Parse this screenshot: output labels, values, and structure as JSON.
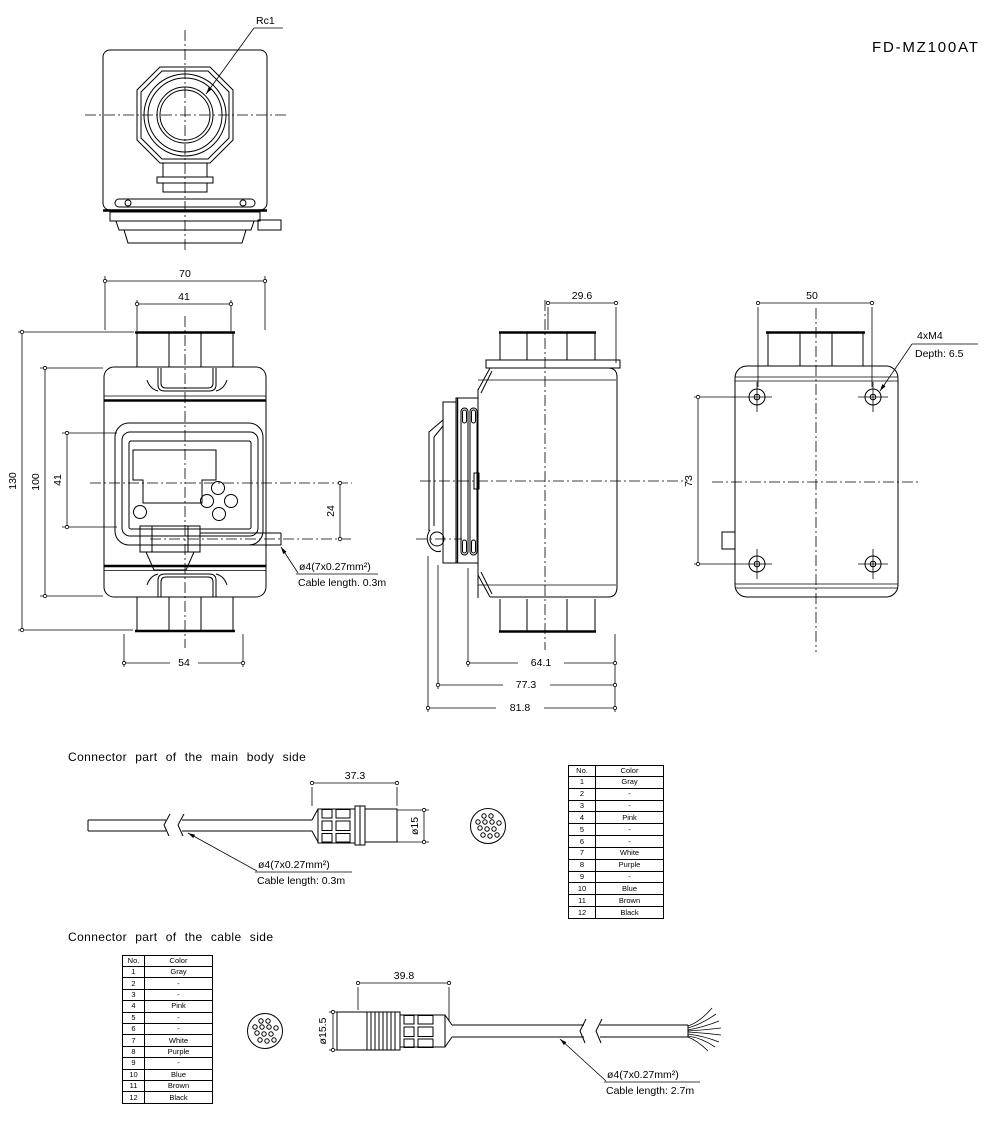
{
  "drawing": {
    "model": "FD-MZ100AT",
    "top_view": {
      "port_label": "Rc1"
    },
    "front_view": {
      "dim_width": "70",
      "dim_nut_width": "41",
      "dim_height": "130",
      "dim_body_height": "100",
      "dim_display_height": "41",
      "dim_cable_offset": "24",
      "dim_bottom_width": "54",
      "cable_note_line1": "ø4(7x0.27mm²)",
      "cable_note_line2": "Cable length. 0.3m"
    },
    "side_view": {
      "dim_nut_offset": "29.6",
      "dim_depth_body": "64.1",
      "dim_depth_panel": "77.3",
      "dim_depth_overall": "81.8"
    },
    "back_view": {
      "dim_hole_span": "50",
      "dim_hole_height": "73",
      "mount_note_line1": "4xM4",
      "mount_note_line2": "Depth: 6.5"
    },
    "main_body_section": {
      "title": "Connector part of the main body side",
      "dim_connector_length": "37.3",
      "dim_connector_dia": "ø15",
      "cable_note_line1": "ø4(7x0.27mm²)",
      "cable_note_line2": "Cable length: 0.3m"
    },
    "cable_side_section": {
      "title": "Connector part of the cable side",
      "dim_connector_length": "39.8",
      "dim_connector_dia": "ø15.5",
      "cable_note_line1": "ø4(7x0.27mm²)",
      "cable_note_line2": "Cable length: 2.7m"
    },
    "pin_table": {
      "no_header": "No.",
      "color_header": "Color",
      "rows": [
        [
          "1",
          "Gray"
        ],
        [
          "2",
          "-"
        ],
        [
          "3",
          "-"
        ],
        [
          "4",
          "Pink"
        ],
        [
          "5",
          "-"
        ],
        [
          "6",
          "-"
        ],
        [
          "7",
          "White"
        ],
        [
          "8",
          "Purple"
        ],
        [
          "9",
          "-"
        ],
        [
          "10",
          "Blue"
        ],
        [
          "11",
          "Brown"
        ],
        [
          "12",
          "Black"
        ]
      ]
    }
  }
}
